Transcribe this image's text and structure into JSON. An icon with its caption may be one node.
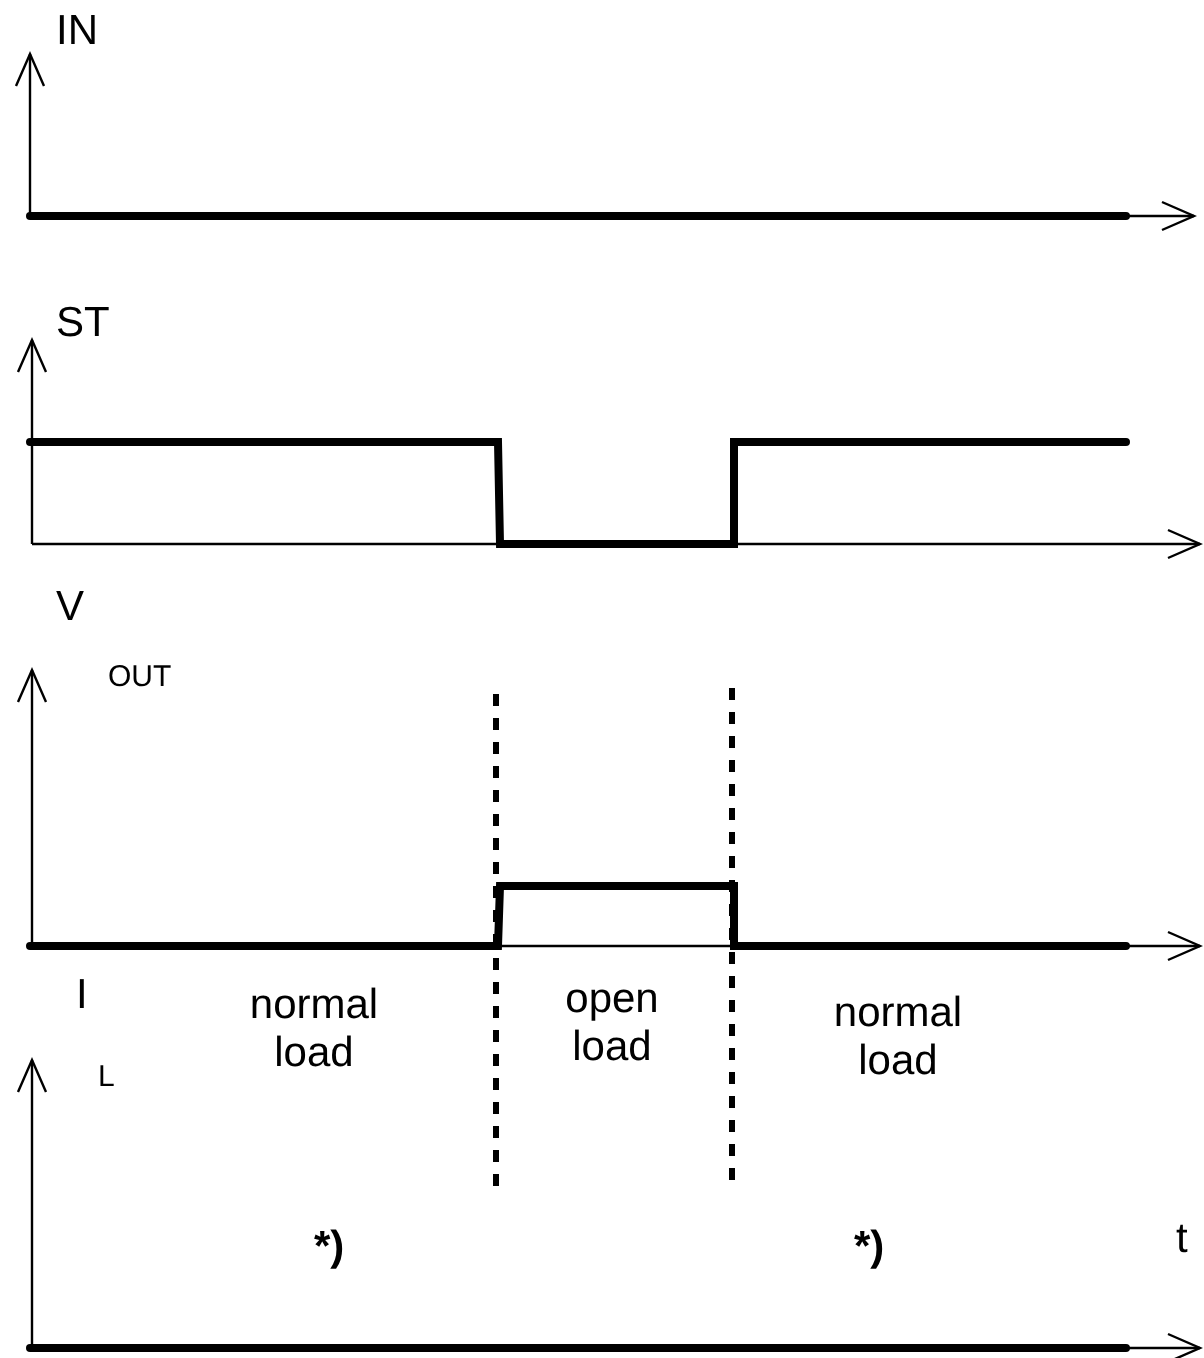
{
  "diagram": {
    "labels": [
      "IN",
      "ST",
      "V",
      "OUT",
      "I",
      "normal load",
      "open load",
      "normal load",
      "L",
      "*)",
      "*)",
      "t"
    ]
  }
}
